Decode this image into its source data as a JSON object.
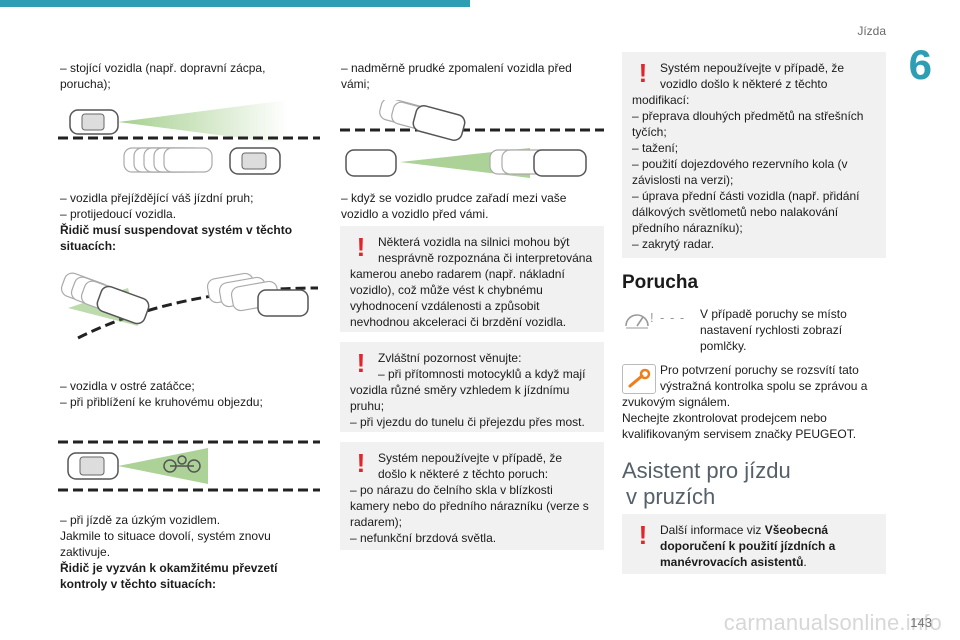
{
  "header": {
    "title": "Jízda",
    "chapter": "6",
    "page_number": "143"
  },
  "watermark": "carmanualsonline.info",
  "left_column": {
    "p1": "– stojící vozidla (např. dopravní zácpa, porucha);",
    "p2a": "– vozidla přejíždějící váš jízdní pruh;",
    "p2b": "– protijedoucí vozidla.",
    "p2c": "Řidič musí suspendovat systém v těchto situacích:",
    "p3a": "– vozidla v ostré zatáčce;",
    "p3b": "– při přiblížení ke kruhovému objezdu;",
    "p4a": "– při jízdě za úzkým vozidlem.",
    "p4b": "Jakmile to situace dovolí, systém znovu zaktivuje.",
    "p4c": "Řidič je vyzván k okamžitému převzetí kontroly v těchto situacích:"
  },
  "middle_column": {
    "p1": "– nadměrně prudké zpomalení vozidla před vámi;",
    "p2": "– když se vozidlo prudce zařadí mezi vaše vozidlo a vozidlo před vámi.",
    "note1_head": "Některá vozidla na silnici mohou být nesprávně rozpoznána či interpretována",
    "note1_body": "kamerou anebo radarem (např. nákladní vozidlo), což může vést k chybnému vyhodnocení vzdálenosti a způsobit nevhodnou akceleraci či brzdění vozidla.",
    "note2_head": "Zvláštní pozornost věnujte:",
    "note2_sub": "– při přítomnosti motocyklů a když mají",
    "note2_body": "vozidla různé směry vzhledem k jízdnímu pruhu;",
    "note2_last": "– při vjezdu do tunelu či přejezdu přes most.",
    "note3_head": "Systém nepoužívejte v případě, že došlo k některé z těchto poruch:",
    "note3_l1": "– po nárazu do čelního skla v blízkosti kamery nebo do předního nárazníku (verze s radarem);",
    "note3_l2": "– nefunkční brzdová světla."
  },
  "right_column": {
    "note_head": "Systém nepoužívejte v případě, že vozidlo došlo k některé z těchto",
    "note_l0": "modifikací:",
    "note_l1": "– přeprava dlouhých předmětů na střešních tyčích;",
    "note_l2": "– tažení;",
    "note_l3": "– použití dojezdového rezervního kola (v závislosti na verzi);",
    "note_l4": "– úprava přední části vozidla (např. přidání dálkových světlometů nebo nalakování předního nárazníku);",
    "note_l5": "– zakrytý radar.",
    "section_poruch": "Porucha",
    "poruch_p1": "V případě poruchy se místo nastavení rychlosti zobrazí pomlčky.",
    "poruch_p2_head": "Pro potvrzení poruchy se rozsvítí tato výstražná kontrolka spolu se zprávou a",
    "poruch_p2_body": "zvukovým signálem.",
    "poruch_p3": "Nechejte zkontrolovat prodejcem nebo kvalifikovaným servisem značky PEUGEOT.",
    "section_asistent_l1": "Asistent pro jízdu",
    "section_asistent_l2": "v pruzích",
    "info_prefix": "Další informace viz ",
    "info_bold": "Všeobecná doporučení k použití jízdních a manévrovacích asistentů",
    "info_suffix": ".",
    "dash_display": "- - -",
    "excl_display": "!"
  },
  "colors": {
    "accent": "#2d9eb4",
    "warning": "#e0262b",
    "wrench": "#f07d18",
    "note_bg": "#f1f1f1"
  },
  "icons": [
    "warning-icon",
    "speedometer-fault-icon",
    "wrench-icon",
    "car-icon",
    "motorcycle-icon"
  ]
}
